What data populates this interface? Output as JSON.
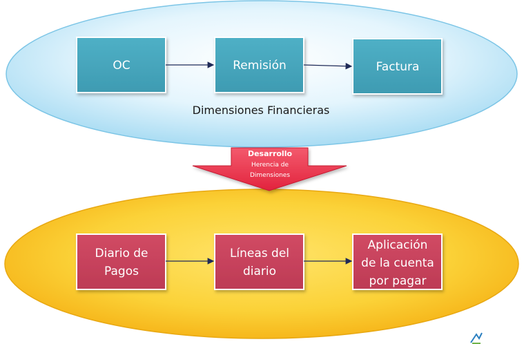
{
  "top_group": {
    "boxes": [
      {
        "label": "OC"
      },
      {
        "label": "Remisión"
      },
      {
        "label": "Factura"
      }
    ],
    "caption": "Dimensiones Financieras",
    "ellipse_color": "#bfe6f8",
    "box_color": "#46a6bd"
  },
  "transfer_arrow": {
    "title": "Desarrollo",
    "subtitle_line1": "Herencia de",
    "subtitle_line2": "Dimensiones",
    "color": "#e8354c"
  },
  "bottom_group": {
    "boxes": [
      {
        "line1": "Diario de",
        "line2": "Pagos"
      },
      {
        "line1": "Líneas del",
        "line2": "diario"
      },
      {
        "line1": "Aplicación",
        "line2": "de la cuenta",
        "line3": "por pagar"
      }
    ],
    "ellipse_color": "#f8c21a",
    "box_color": "#c8425b"
  }
}
